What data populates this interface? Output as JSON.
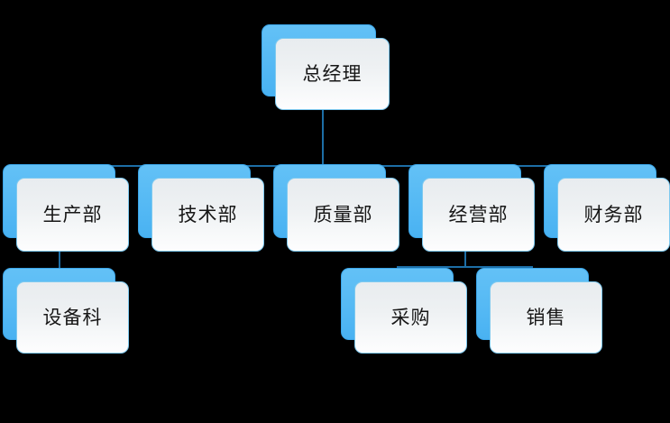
{
  "diagram": {
    "type": "organization-chart",
    "background_color": "#000000",
    "connector_color": "#1d6ea6",
    "node_shadow_color": "#55b9f4",
    "node_fill_color": "#eef1f3",
    "node_border_color": "#7ec9ef",
    "label_color": "#171717"
  },
  "nodes": {
    "root": {
      "label": "总经理",
      "level": 1
    },
    "production": {
      "label": "生产部",
      "level": 2
    },
    "technology": {
      "label": "技术部",
      "level": 2
    },
    "quality": {
      "label": "质量部",
      "level": 2
    },
    "operations": {
      "label": "经营部",
      "level": 2
    },
    "finance": {
      "label": "财务部",
      "level": 2
    },
    "equipment": {
      "label": "设备科",
      "level": 3
    },
    "procurement": {
      "label": "采购",
      "level": 3
    },
    "sales": {
      "label": "销售",
      "level": 3
    }
  },
  "edges": [
    {
      "from": "root",
      "to": "production"
    },
    {
      "from": "root",
      "to": "technology"
    },
    {
      "from": "root",
      "to": "quality"
    },
    {
      "from": "root",
      "to": "operations"
    },
    {
      "from": "root",
      "to": "finance"
    },
    {
      "from": "production",
      "to": "equipment"
    },
    {
      "from": "operations",
      "to": "procurement"
    },
    {
      "from": "operations",
      "to": "sales"
    }
  ]
}
